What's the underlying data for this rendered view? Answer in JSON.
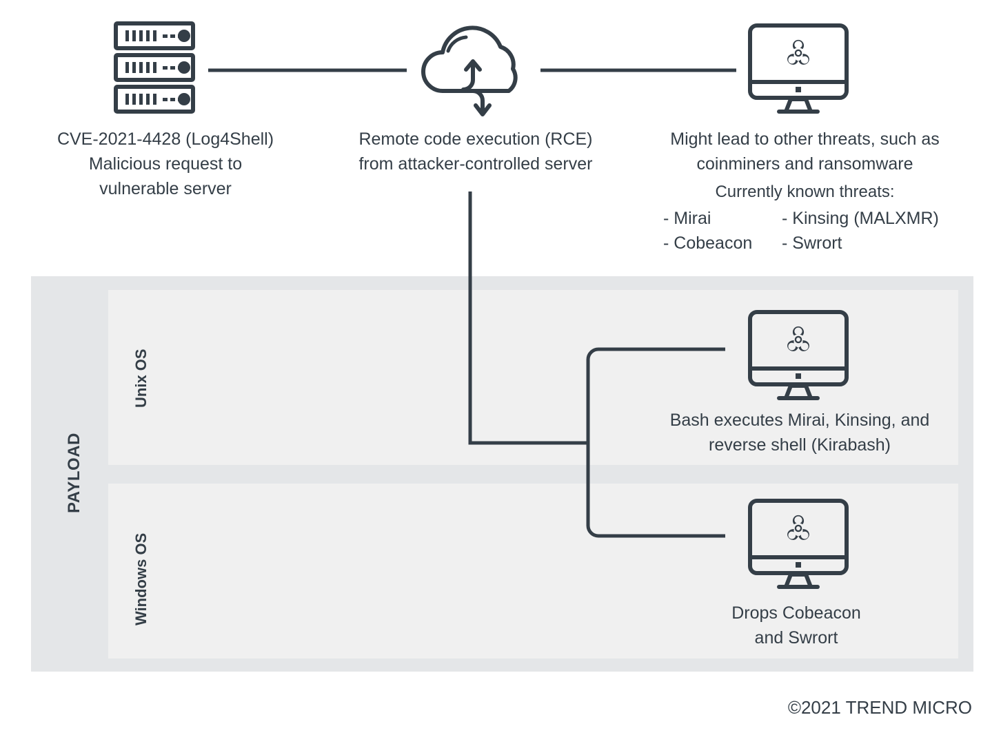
{
  "diagram": {
    "title_hidden": "",
    "accent_color": "#343e47",
    "panel_outer_color": "#e4e6e8",
    "panel_inner_color": "#f0f0f0",
    "background_color": "#ffffff"
  },
  "flow": {
    "step1": {
      "icon": "server-rack-icon",
      "caption": "CVE-2021-4428 (Log4Shell)\nMalicious request to\nvulnerable server"
    },
    "step2": {
      "icon": "cloud-bidirectional-arrow-icon",
      "caption": "Remote code execution (RCE)\nfrom attacker-controlled server"
    },
    "step3": {
      "icon": "monitor-biohazard-icon",
      "caption": "Might lead to other threats, such as\ncoinminers and ransomware",
      "known_threats_heading": "Currently known threats:",
      "known_threats_left": [
        "- Mirai",
        "- Cobeacon"
      ],
      "known_threats_right": [
        "- Kinsing (MALXMR)",
        "- Swrort"
      ]
    }
  },
  "payload": {
    "label": "PAYLOAD",
    "rows": [
      {
        "label": "Unix OS",
        "icon": "monitor-biohazard-icon",
        "caption": "Bash executes Mirai, Kinsing, and\nreverse shell (Kirabash)"
      },
      {
        "label": "Windows OS",
        "icon": "monitor-biohazard-icon",
        "caption": "Drops Cobeacon\nand Swrort"
      }
    ]
  },
  "footer": {
    "copyright": "©2021 TREND MICRO"
  }
}
